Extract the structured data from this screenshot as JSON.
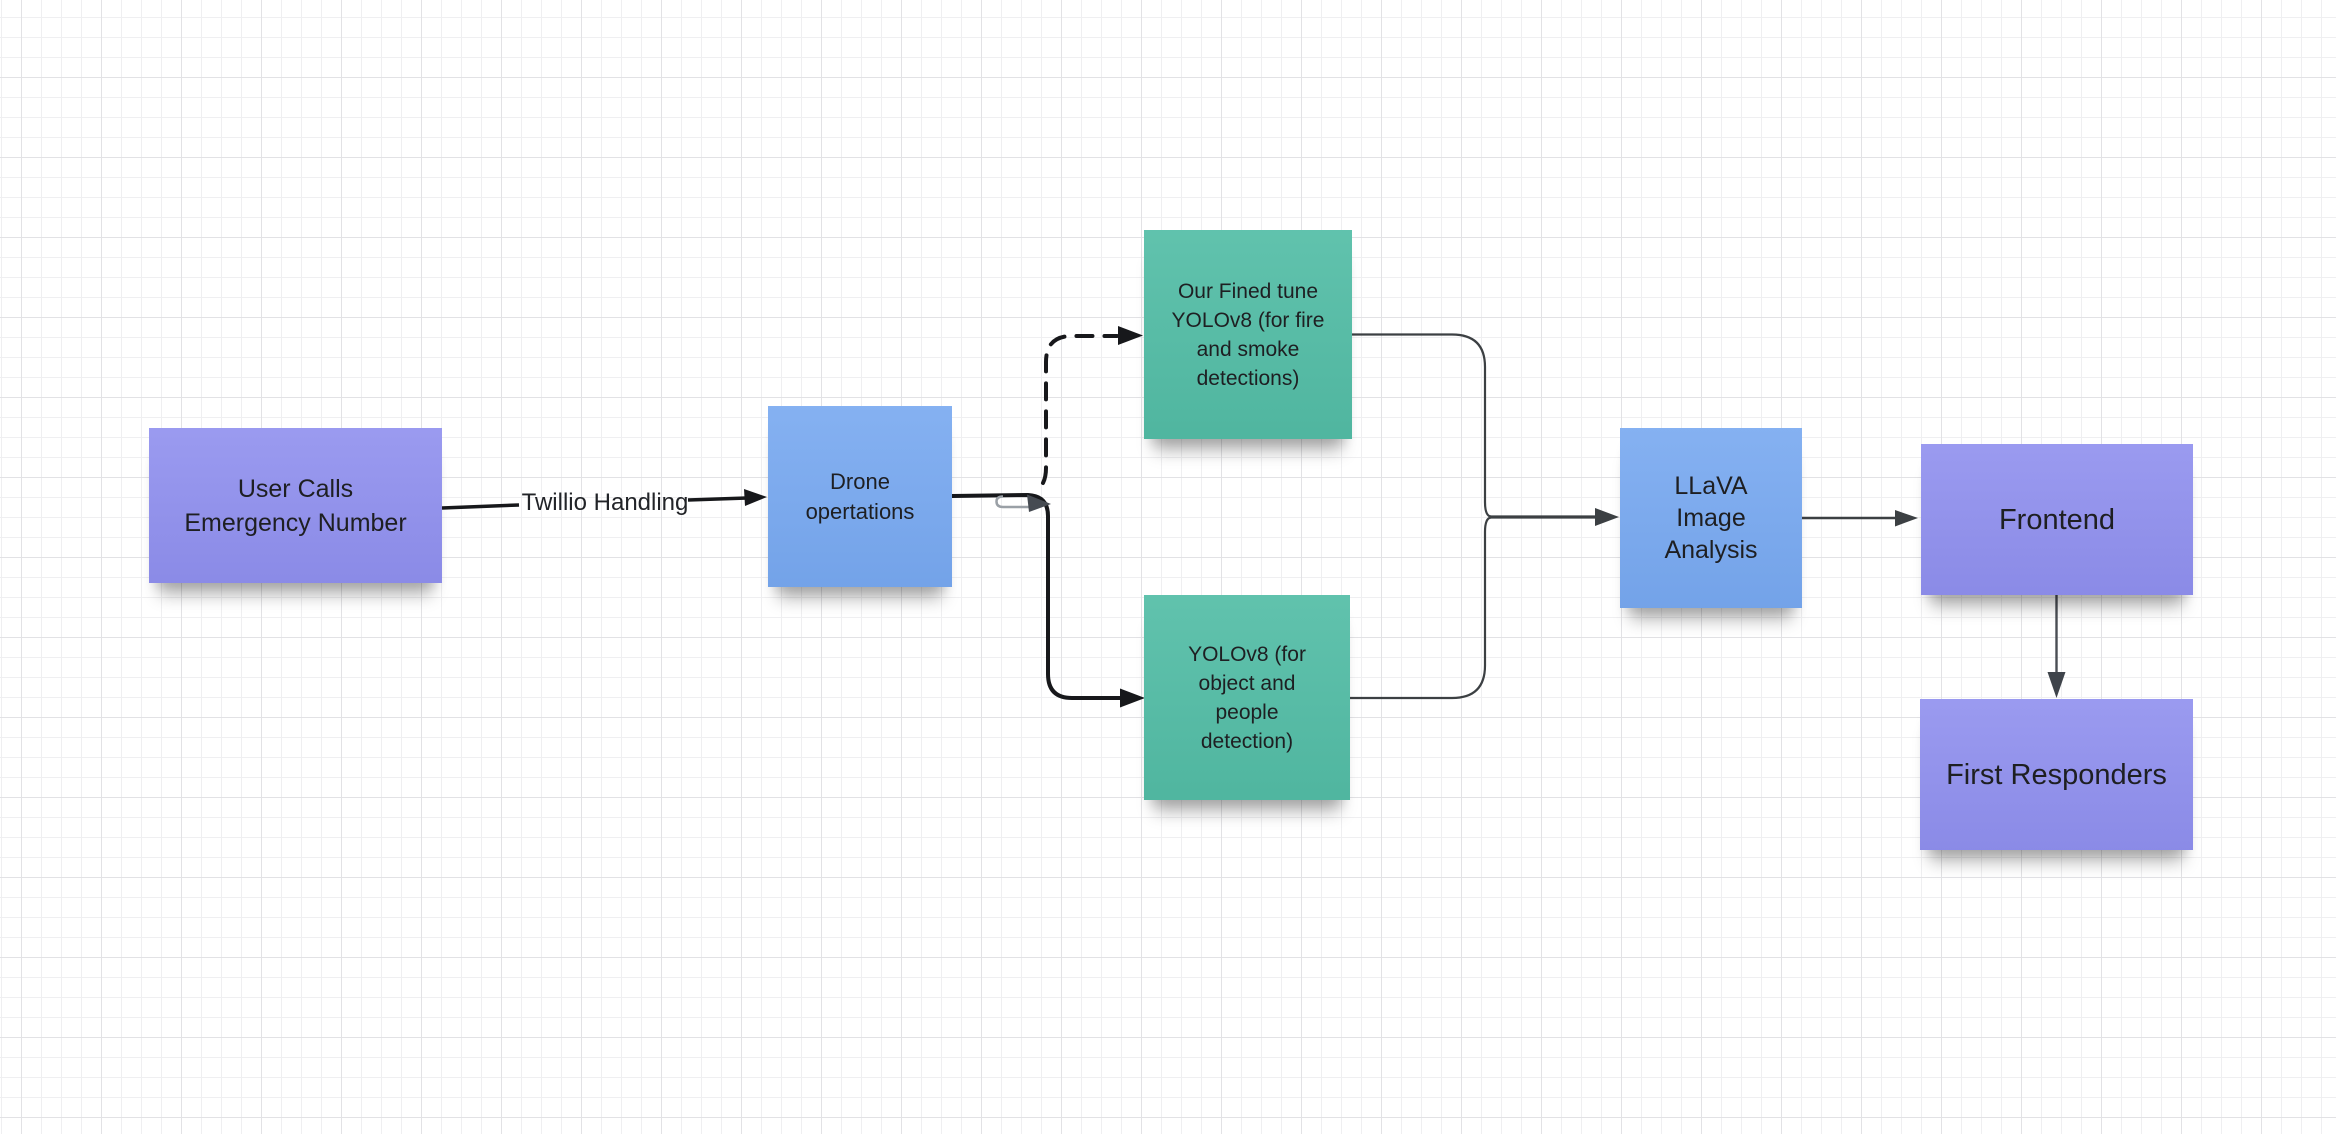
{
  "app": {
    "type": "whiteboard-diagram",
    "background": "#ffffff",
    "grid_minor_color": "#efeff1",
    "grid_major_color": "#e2e2e5"
  },
  "palette": {
    "sticky_purple": "#8f8fee",
    "sticky_blue": "#77a8f0",
    "sticky_green": "#53bda6",
    "thick_line": "#17181b",
    "thin_line": "#3c4043",
    "junction_gray": "#464b52",
    "hook_gray": "#9aa0a6",
    "text": "#1e1f22"
  },
  "nodes": {
    "user_calls": {
      "label": "User Calls\nEmergency Number",
      "color": "#8f8fee"
    },
    "drone": {
      "label": "Drone\nopertations",
      "color": "#77a8f0"
    },
    "yolo_fire": {
      "label": "Our Fined tune\nYOLOv8 (for fire\nand smoke\ndetections)",
      "color": "#53bda6"
    },
    "yolo_object": {
      "label": "YOLOv8 (for\nobject and\npeople\ndetection)",
      "color": "#53bda6"
    },
    "llava": {
      "label": "LLaVA\nImage\nAnalysis",
      "color": "#77a8f0"
    },
    "frontend": {
      "label": "Frontend",
      "color": "#8f8fee"
    },
    "first_responders": {
      "label": "First Responders",
      "color": "#8f8fee"
    }
  },
  "connectors": {
    "twillio": {
      "from": "user_calls",
      "to": "drone",
      "label": "Twillio Handling",
      "style": "solid"
    },
    "drone_to_yolo_fire": {
      "from": "drone",
      "to": "yolo_fire",
      "label": "",
      "style": "dashed"
    },
    "drone_to_yolo_object": {
      "from": "drone",
      "to": "yolo_object",
      "label": "",
      "style": "solid"
    },
    "yolo_merge_to_llava": {
      "from": "yolo_fire + yolo_object",
      "to": "llava",
      "label": "",
      "style": "solid-thin"
    },
    "llava_to_frontend": {
      "from": "llava",
      "to": "frontend",
      "label": "",
      "style": "solid-thin"
    },
    "frontend_to_first_responders": {
      "from": "frontend",
      "to": "first_responders",
      "label": "",
      "style": "solid-thin"
    }
  }
}
